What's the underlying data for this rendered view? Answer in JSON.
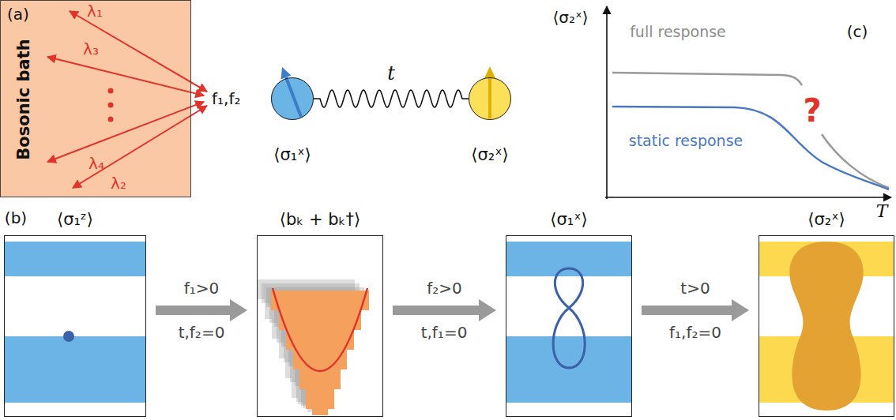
{
  "diagram": {
    "nodes": [
      {
        "text": [
          "(a)",
          "Bosonic bath"
        ]
      },
      {
        "text": [
          "⟨σ₁ˣ⟩"
        ]
      },
      {
        "text": [
          "⟨σ₂ˣ⟩"
        ]
      },
      {
        "text": [
          "⟨σ₁ᶻ⟩"
        ]
      },
      {
        "text": [
          "⟨bₖ + bₖ†⟩"
        ]
      },
      {
        "text": [
          "⟨σ₁ˣ⟩"
        ]
      },
      {
        "text": [
          "⟨σ₂ˣ⟩"
        ]
      }
    ],
    "edges": [
      {
        "from": 1,
        "to": 2,
        "arrow": "none",
        "label": "t"
      },
      {
        "from": 3,
        "to": 4,
        "arrow": "to",
        "label": "f₁>0"
      },
      {
        "from": 4,
        "to": 5,
        "arrow": "to",
        "label": "f₂>0"
      },
      {
        "from": 5,
        "to": 6,
        "arrow": "to",
        "label": "t>0"
      }
    ],
    "labels": [
      "λ₁",
      "λ₃",
      "λ₄",
      "λ₂",
      "f₁,f₂",
      "⟨σ₂ˣ⟩",
      "full response",
      "(c)",
      "static response",
      "?",
      "T",
      "(b)",
      "t,f₂=0",
      "t,f₁=0",
      "f₁,f₂=0"
    ]
  }
}
